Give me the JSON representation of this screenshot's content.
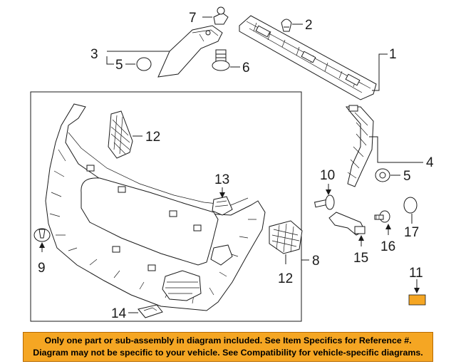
{
  "callouts": {
    "c1": "1",
    "c2": "2",
    "c3": "3",
    "c4": "4",
    "c5a": "5",
    "c5b": "5",
    "c6": "6",
    "c7": "7",
    "c8": "8",
    "c9": "9",
    "c10": "10",
    "c11": "11",
    "c12a": "12",
    "c12b": "12",
    "c13": "13",
    "c14": "14",
    "c15": "15",
    "c16": "16",
    "c17": "17"
  },
  "notice": {
    "line1": "Only one part or sub-assembly in diagram included. See Item Specifics for Reference #.",
    "line2": "Diagram may not be specific to your vehicle. See Compatibility for vehicle-specific diagrams."
  },
  "colors": {
    "notice_background": "#f5a623",
    "part_11_fill": "#f5a623",
    "line_color": "#1a1a1a"
  }
}
